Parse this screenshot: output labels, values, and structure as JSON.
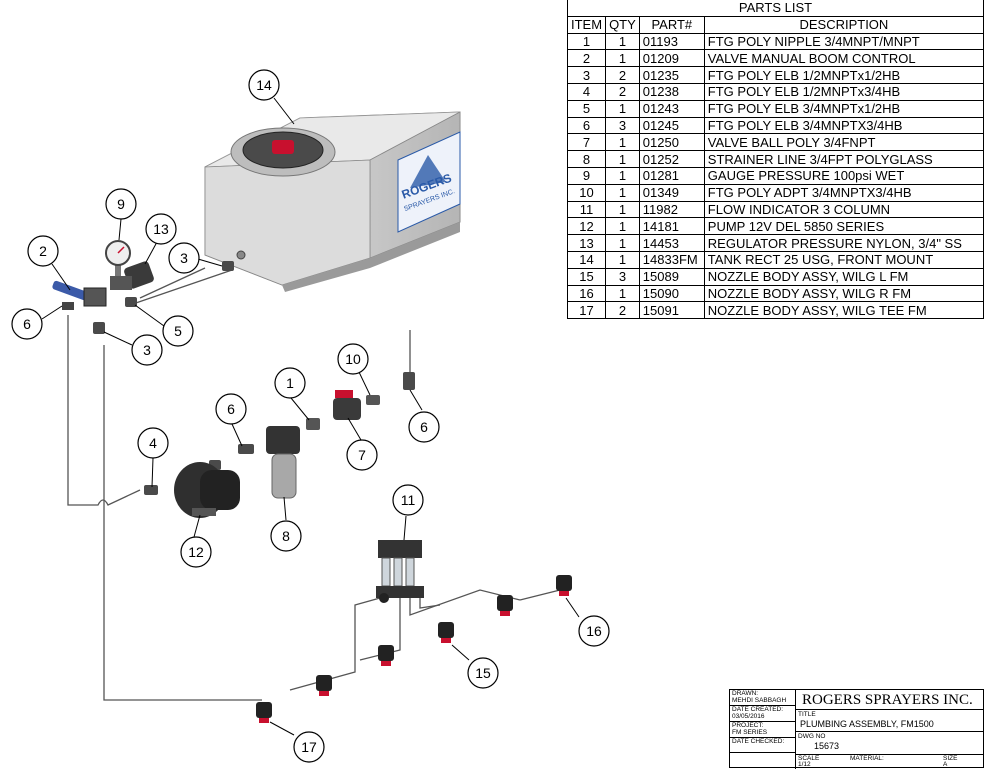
{
  "parts_list": {
    "title": "PARTS LIST",
    "headers": [
      "ITEM",
      "QTY",
      "PART#",
      "DESCRIPTION"
    ],
    "rows": [
      {
        "item": "1",
        "qty": "1",
        "part": "01193",
        "desc": "FTG POLY NIPPLE 3/4MNPT/MNPT"
      },
      {
        "item": "2",
        "qty": "1",
        "part": "01209",
        "desc": "VALVE MANUAL BOOM CONTROL"
      },
      {
        "item": "3",
        "qty": "2",
        "part": "01235",
        "desc": "FTG POLY ELB 1/2MNPTx1/2HB"
      },
      {
        "item": "4",
        "qty": "2",
        "part": "01238",
        "desc": "FTG POLY ELB 1/2MNPTx3/4HB"
      },
      {
        "item": "5",
        "qty": "1",
        "part": "01243",
        "desc": "FTG POLY ELB 3/4MNPTx1/2HB"
      },
      {
        "item": "6",
        "qty": "3",
        "part": "01245",
        "desc": "FTG POLY ELB 3/4MNPTX3/4HB"
      },
      {
        "item": "7",
        "qty": "1",
        "part": "01250",
        "desc": "VALVE BALL POLY 3/4FNPT"
      },
      {
        "item": "8",
        "qty": "1",
        "part": "01252",
        "desc": "STRAINER LINE 3/4FPT POLYGLASS"
      },
      {
        "item": "9",
        "qty": "1",
        "part": "01281",
        "desc": "GAUGE PRESSURE 100psi WET"
      },
      {
        "item": "10",
        "qty": "1",
        "part": "01349",
        "desc": "FTG POLY ADPT 3/4MNPTX3/4HB"
      },
      {
        "item": "11",
        "qty": "1",
        "part": "11982",
        "desc": "FLOW INDICATOR 3 COLUMN"
      },
      {
        "item": "12",
        "qty": "1",
        "part": "14181",
        "desc": "PUMP 12V DEL 5850 SERIES"
      },
      {
        "item": "13",
        "qty": "1",
        "part": "14453",
        "desc": "REGULATOR PRESSURE NYLON, 3/4\" SS"
      },
      {
        "item": "14",
        "qty": "1",
        "part": "14833FM",
        "desc": "TANK RECT 25 USG, FRONT MOUNT"
      },
      {
        "item": "15",
        "qty": "3",
        "part": "15089",
        "desc": "NOZZLE BODY ASSY, WILG L FM"
      },
      {
        "item": "16",
        "qty": "1",
        "part": "15090",
        "desc": "NOZZLE BODY ASSY, WILG R FM"
      },
      {
        "item": "17",
        "qty": "2",
        "part": "15091",
        "desc": "NOZZLE BODY ASSY, WILG TEE FM"
      }
    ]
  },
  "tank_logo": {
    "line1": "ROGERS",
    "line2": "SPRAYERS INC."
  },
  "callouts": [
    "14",
    "9",
    "13",
    "2",
    "3",
    "6",
    "5",
    "3",
    "10",
    "1",
    "6",
    "6",
    "7",
    "4",
    "8",
    "12",
    "11",
    "16",
    "15",
    "17"
  ],
  "title_block": {
    "drawn_label": "DRAWN:",
    "drawn_by": "MEHDI SABBAGH",
    "date_created_label": "DATE CREATED:",
    "date_created": "03/05/2016",
    "project_label": "PROJECT:",
    "project": "FM SERIES",
    "date_checked_label": "DATE CHECKED:",
    "company": "ROGERS SPRAYERS INC.",
    "title_label": "TITLE",
    "title": "PLUMBING ASSEMBLY, FM1500",
    "dwg_no_label": "DWG NO",
    "dwg_no": "15673",
    "scale_label": "SCALE",
    "scale": "1/12",
    "material_label": "MATERIAL:",
    "size_label": "SIZE",
    "size": "A"
  },
  "colors": {
    "tank": "#d9d9d9",
    "lid": "#4a4a4a",
    "red_accent": "#c8102e",
    "logo_blue": "#2a5aa8"
  }
}
